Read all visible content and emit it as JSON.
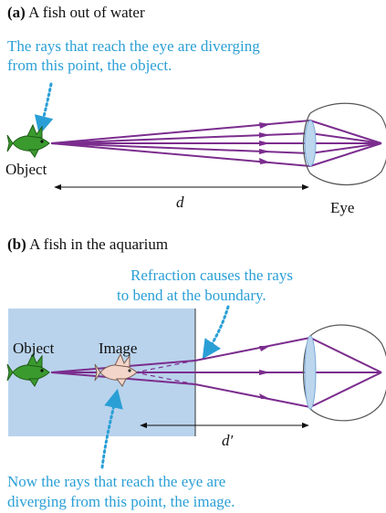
{
  "part_a": {
    "letter": "(a)",
    "title": "A fish out of water",
    "annotation_line1": "The rays that reach the eye are diverging",
    "annotation_line2": "from this point, the object.",
    "object_label": "Object",
    "distance_label": "d",
    "eye_label": "Eye"
  },
  "part_b": {
    "letter": "(b)",
    "title": "A fish in the aquarium",
    "refraction_line1": "Refraction causes the rays",
    "refraction_line2": "to bend at the boundary.",
    "object_label": "Object",
    "image_label": "Image",
    "distance_label": "d′",
    "bottom_line1": "Now the rays that reach the eye are",
    "bottom_line2": "diverging from this point, the image."
  },
  "colors": {
    "ray": "#7b2d8e",
    "annotation": "#2a9fd6",
    "water": "#b9d3ec",
    "fish_object": "#3a9a2e",
    "fish_image": "#f3d6c9",
    "lens": "#bcd6ee"
  }
}
